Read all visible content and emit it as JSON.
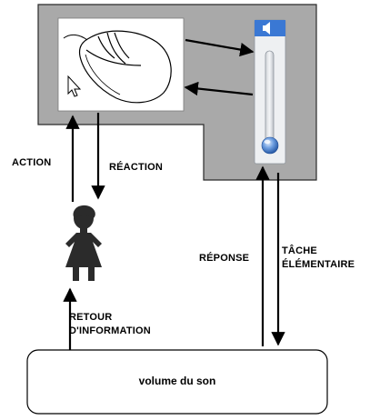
{
  "labels": {
    "action": "ACTION",
    "reaction": "RÉACTION",
    "reponse": "RÉPONSE",
    "tache_line1": "TÂCHE",
    "tache_line2": "ÉLÉMENTAIRE",
    "retour_line1": "RETOUR",
    "retour_line2": "D'INFORMATION"
  },
  "bottom_box": {
    "text": "volume du son"
  },
  "colors": {
    "panel_gray": "#a9a9a9",
    "slider_header": "#3a78d4",
    "knob_blue": "#5b8fd6",
    "line": "#000000"
  },
  "icons": {
    "mouse": "computer-mouse-icon",
    "cursor": "arrow-cursor-icon",
    "speaker": "speaker-icon",
    "user": "child-silhouette-icon"
  }
}
